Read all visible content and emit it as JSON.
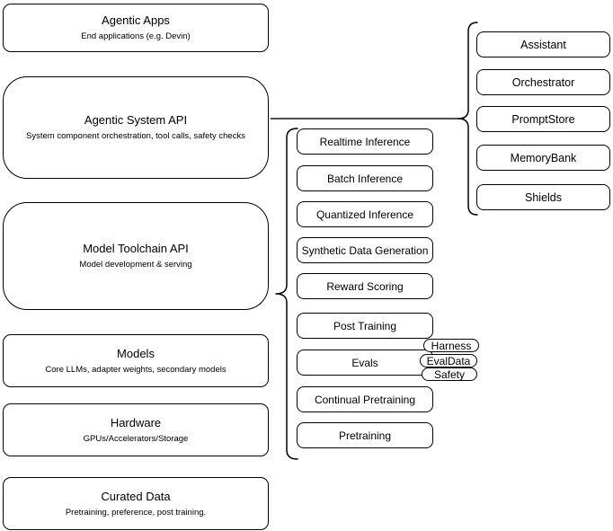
{
  "diagram": {
    "left_column": [
      {
        "title": "Agentic Apps",
        "subtitle": "End applications (e.g. Devin)"
      },
      {
        "title": "Agentic System API",
        "subtitle": "System component orchestration, tool calls, safety checks"
      },
      {
        "title": "Model Toolchain API",
        "subtitle": "Model development & serving"
      },
      {
        "title": "Models",
        "subtitle": "Core LLMs, adapter weights, secondary models"
      },
      {
        "title": "Hardware",
        "subtitle": "GPUs/Accelerators/Storage"
      },
      {
        "title": "Curated Data",
        "subtitle": "Pretraining, preference, post training."
      }
    ],
    "toolchain_items": [
      "Realtime Inference",
      "Batch Inference",
      "Quantized Inference",
      "Synthetic Data Generation",
      "Reward Scoring",
      "Post Training",
      "Evals",
      "Continual Pretraining",
      "Pretraining"
    ],
    "eval_tags": [
      "Harness",
      "EvalData",
      "Safety"
    ],
    "system_components": [
      "Assistant",
      "Orchestrator",
      "PromptStore",
      "MemoryBank",
      "Shields"
    ],
    "colors": {
      "stroke": "#000000",
      "fill": "#ffffff",
      "background": "#ffffff",
      "connector": "#4d4d4d"
    }
  }
}
